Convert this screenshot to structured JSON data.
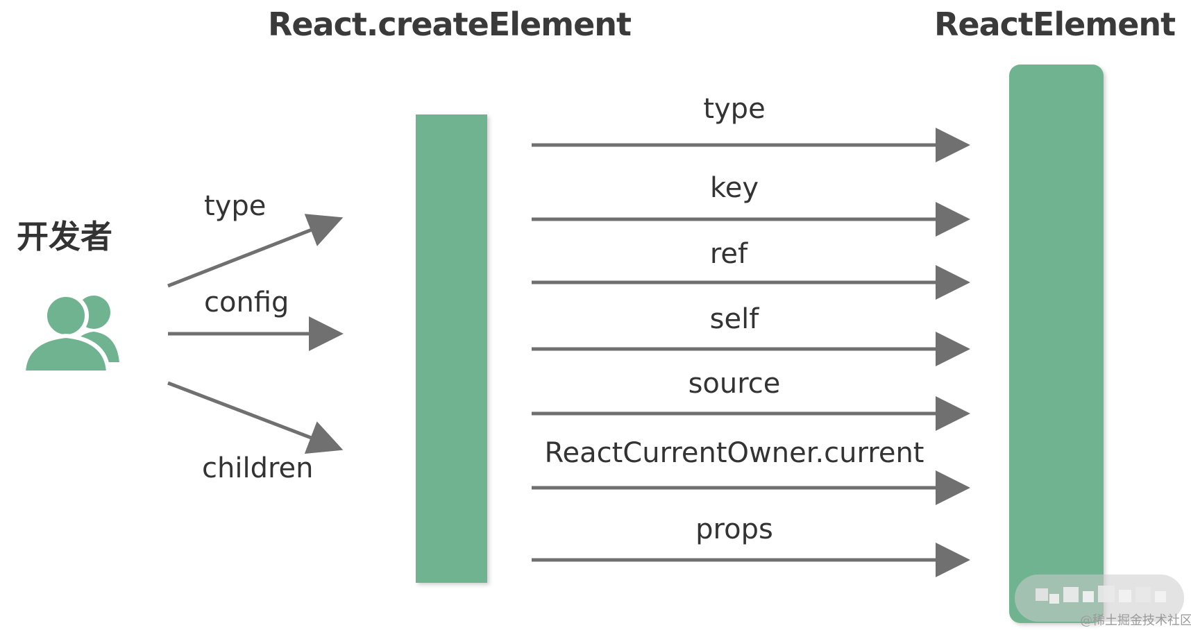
{
  "titles": {
    "create_element": "React.createElement",
    "react_element": "ReactElement"
  },
  "developer": {
    "label": "开发者",
    "icon": "users-icon"
  },
  "inputs": [
    {
      "label": "type"
    },
    {
      "label": "config"
    },
    {
      "label": "children"
    }
  ],
  "outputs": [
    {
      "label": "type"
    },
    {
      "label": "key"
    },
    {
      "label": "ref"
    },
    {
      "label": "self"
    },
    {
      "label": "source"
    },
    {
      "label": "ReactCurrentOwner.current"
    },
    {
      "label": "props"
    }
  ],
  "watermark": {
    "text": "@稀土掘金技术社区"
  },
  "colors": {
    "box": "#6fb391",
    "arrow": "#707070",
    "text": "#333333"
  }
}
